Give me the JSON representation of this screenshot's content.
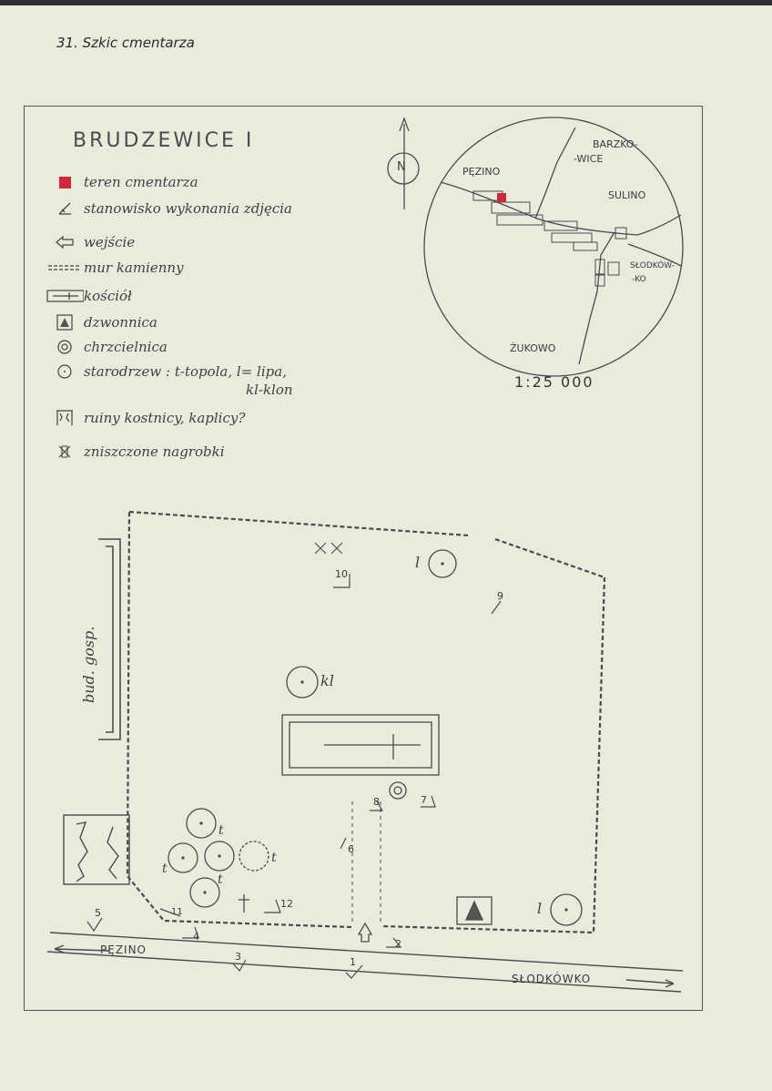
{
  "page": {
    "number_label": "31. Szkic cmentarza"
  },
  "map": {
    "title": "BRUDZEWICE I",
    "scale": "1:25 000",
    "north": "N"
  },
  "legend": [
    {
      "symbol": "red-square-icon",
      "text": "teren cmentarza"
    },
    {
      "symbol": "camera-angle-icon",
      "text": "stanowisko wykonania zdjęcia"
    },
    {
      "symbol": "entrance-arrow-icon",
      "text": "wejście"
    },
    {
      "symbol": "stone-wall-icon",
      "text": "mur kamienny"
    },
    {
      "symbol": "church-icon",
      "text": "kościół"
    },
    {
      "symbol": "bell-tower-icon",
      "text": "dzwonnica"
    },
    {
      "symbol": "font-icon",
      "text": "chrzcielnica"
    },
    {
      "symbol": "tree-icon",
      "text": "starodrzew : t-topola, l= lipa,",
      "text2": "kl-klon"
    },
    {
      "symbol": "ruins-icon",
      "text": "ruiny kostnicy, kaplicy?"
    },
    {
      "symbol": "destroyed-grave-icon",
      "text": "zniszczone nagrobki"
    }
  ],
  "inset": {
    "places": [
      "PĘZINO",
      "BARZKO-",
      "-WICE",
      "SULINO",
      "SŁODKÓW-",
      "-KO",
      "ŻUKOWO"
    ]
  },
  "plan": {
    "farm_building": "bud. gosp.",
    "roads": {
      "left": "PĘZINO",
      "right": "SŁODKÓWKO"
    },
    "tree_labels": {
      "lipa": "l",
      "klon": "kl",
      "topola": "t"
    },
    "photo_points": [
      "1",
      "2",
      "3",
      "4",
      "5",
      "6",
      "7",
      "8",
      "9",
      "10",
      "11",
      "12"
    ]
  },
  "colors": {
    "cemetery": "#d2263a",
    "paper": "#e9ecdb",
    "ink": "#4a4a55"
  }
}
